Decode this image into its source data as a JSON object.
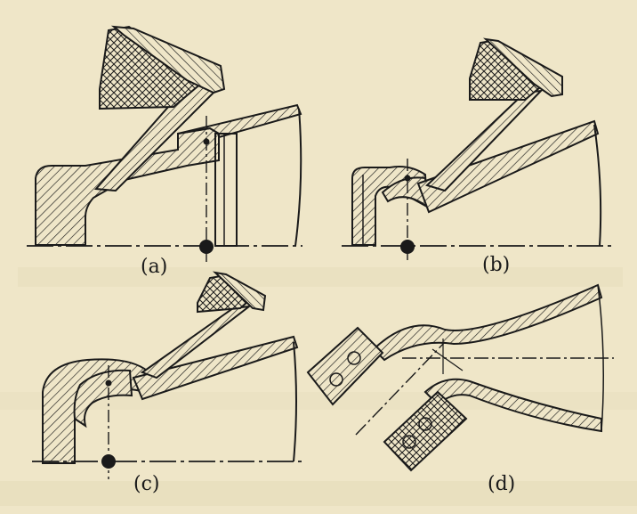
{
  "figure": {
    "panels": [
      {
        "id": "a",
        "label": "(a)"
      },
      {
        "id": "b",
        "label": "(b)"
      },
      {
        "id": "c",
        "label": "(c)"
      },
      {
        "id": "d",
        "label": "(d)"
      }
    ],
    "colors": {
      "paper": "#efe6c8",
      "ink": "#1a1a1a"
    }
  }
}
